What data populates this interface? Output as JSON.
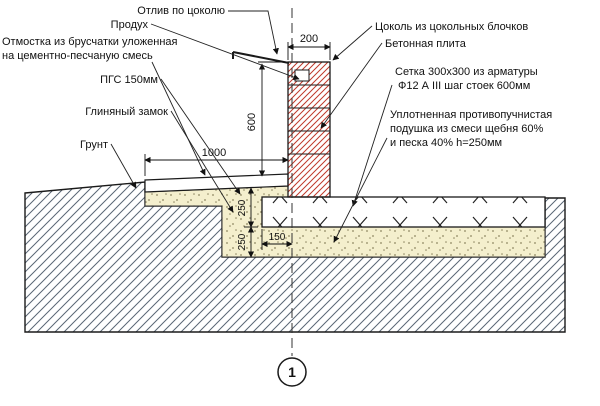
{
  "callouts": {
    "otliv": "Отлив по цоколю",
    "produkh": "Продух",
    "otmostka_line1": "Отмостка из брусчатки уложенная",
    "otmostka_line2": "на цементно-песчаную смесь",
    "pgs": "ПГС 150мм",
    "clay_lock": "Глиняный замок",
    "soil": "Грунт",
    "plinth": "Цоколь из цокольных блочков",
    "concrete_slab": "Бетонная плита",
    "mesh_line1": "Сетка 300х300 из арматуры",
    "mesh_line2": "Ф12 А III шаг стоек 600мм",
    "cushion_line1": "Уплотненная противопучнистая",
    "cushion_line2": "подушка из смеси щебня 60%",
    "cushion_line3": "и песка 40%  h=250мм"
  },
  "dimensions": {
    "plinth_width": "200",
    "plinth_height": "600",
    "apron_width": "1000",
    "slab_thickness": "250",
    "cushion_thickness": "250",
    "axis_offset": "150"
  },
  "detail_marker": "1",
  "colors": {
    "plinth_hatch": "#c0392b",
    "ground_hatch": "#5a6675",
    "sand_fill": "#f4efcd",
    "outline": "#1a1a1a"
  }
}
